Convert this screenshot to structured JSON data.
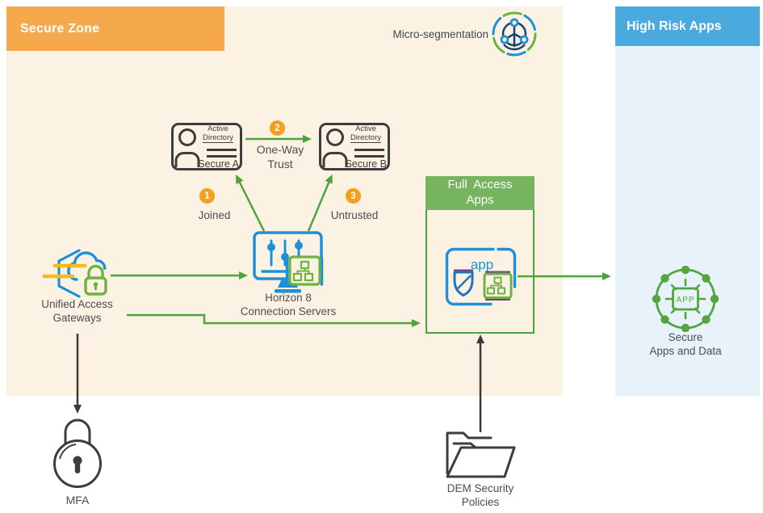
{
  "header": {
    "secure_zone": "Secure Zone",
    "micro_segmentation": "Micro-segmentation",
    "high_risk": "High Risk Apps"
  },
  "nodes": {
    "ad_a": {
      "brand_top": "Active",
      "brand_bottom": "Directory",
      "name": "Secure A"
    },
    "ad_b": {
      "brand_top": "Active",
      "brand_bottom": "Directory",
      "name": "Secure B"
    },
    "horizon": {
      "label": "Horizon 8\nConnection Servers"
    },
    "uag": {
      "label": "Unified Access\nGateways"
    },
    "full_access": {
      "title": "Full  Access\nApps",
      "app_text": "app"
    },
    "secure_apps": {
      "center_text": "APP",
      "label": "Secure\nApps and Data"
    },
    "mfa": {
      "label": "MFA"
    },
    "dem": {
      "label": "DEM Security\nPolicies"
    }
  },
  "steps": [
    {
      "num": "1",
      "label": "Joined"
    },
    {
      "num": "2",
      "label": "One-Way\nTrust"
    },
    {
      "num": "3",
      "label": "Untrusted"
    }
  ],
  "colors": {
    "secure_zone_header": "#F6A94C",
    "secure_zone_bg": "#FCF2E4",
    "high_risk_header": "#4AA9DD",
    "high_risk_bg": "#E8F2FA",
    "arrow_green": "#4DA53A",
    "full_access_header_green": "#77B45F",
    "icon_blue": "#1E91D6",
    "icon_green": "#6DB33F",
    "badge_orange": "#F59F1E",
    "outline_dark": "#3D3D3D",
    "navy": "#1B3F72",
    "yellow": "#FDB913"
  }
}
